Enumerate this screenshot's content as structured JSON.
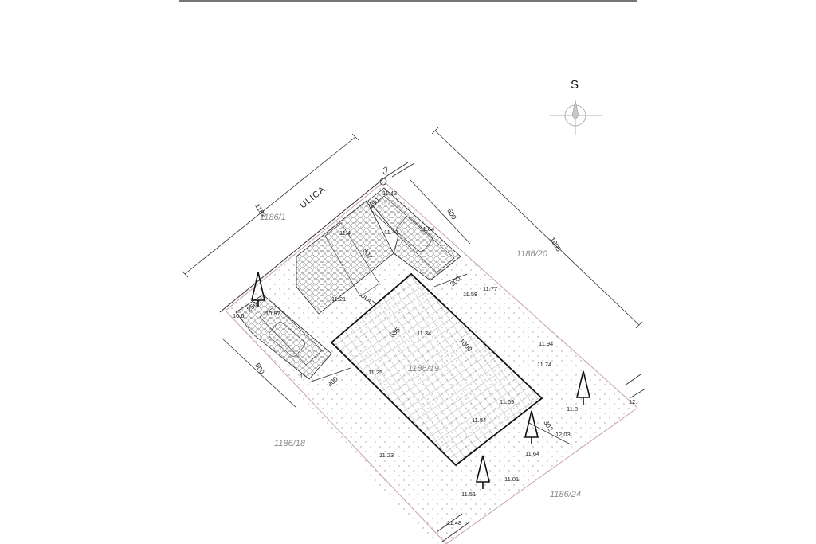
{
  "north_label": "S",
  "street_label": "ULICA",
  "driveway_label": "ULAZ",
  "parcels": {
    "road": "1186/1",
    "neighbor_right": "1186/20",
    "neighbor_left": "1186/18",
    "neighbor_bottom": "1186/24",
    "building_plot": "1186/19"
  },
  "corner_tag": "12.",
  "dimensions": {
    "street_length": "1182",
    "side_length": "1805",
    "parking_depth_top": "500",
    "parking_depth_left": "500",
    "parking_width_top": "250",
    "parking_width_left": "250",
    "building_width": "585",
    "building_length": "1000",
    "setback_top": "300",
    "setback_left": "300",
    "setback_right": "302",
    "drive_length": "507"
  },
  "elevations": [
    "11.42",
    "11.4",
    "11.47",
    "11.64",
    "11.77",
    "11.59",
    "11.21",
    "10.6",
    "10.97",
    "11.34",
    "11.94",
    "11.74",
    "11.25",
    "11.",
    "11.69",
    "11.8",
    "11.54",
    "12.03",
    "11.64",
    "11.23",
    "11.81",
    "11.51",
    "11.48"
  ],
  "colors": {
    "line": "#111111",
    "boundary": "#c9a3a3",
    "parcel_text": "#8a8a8a",
    "hatch": "#555555"
  }
}
